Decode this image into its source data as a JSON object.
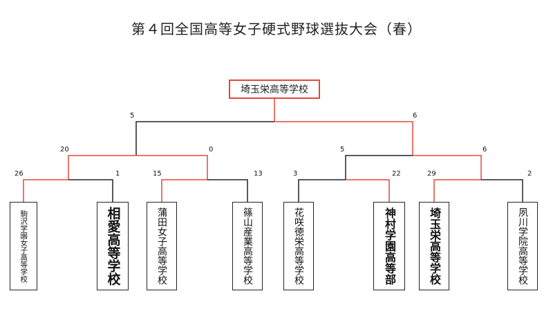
{
  "title": "第４回全国高等女子硬式野球選抜大会（春）",
  "champion": "埼玉栄高等学校",
  "colors": {
    "winner_line": "#e0483a",
    "loser_line": "#222222"
  },
  "final": {
    "left_score": "5",
    "right_score": "6"
  },
  "semifinals": [
    {
      "left_score": "20",
      "right_score": "0"
    },
    {
      "left_score": "5",
      "right_score": "6"
    }
  ],
  "first_round": [
    {
      "left_score": "26",
      "right_score": "1"
    },
    {
      "left_score": "15",
      "right_score": "13"
    },
    {
      "left_score": "3",
      "right_score": "22"
    },
    {
      "left_score": "29",
      "right_score": "2"
    }
  ],
  "teams": [
    "駒沢学園女子高等学校",
    "相愛高等学校",
    "蒲田女子高等学校",
    "篠山産業高等学校",
    "花咲徳栄高等学校",
    "神村学園高等部",
    "埼玉栄高等学校",
    "夙川学院高等学校"
  ]
}
